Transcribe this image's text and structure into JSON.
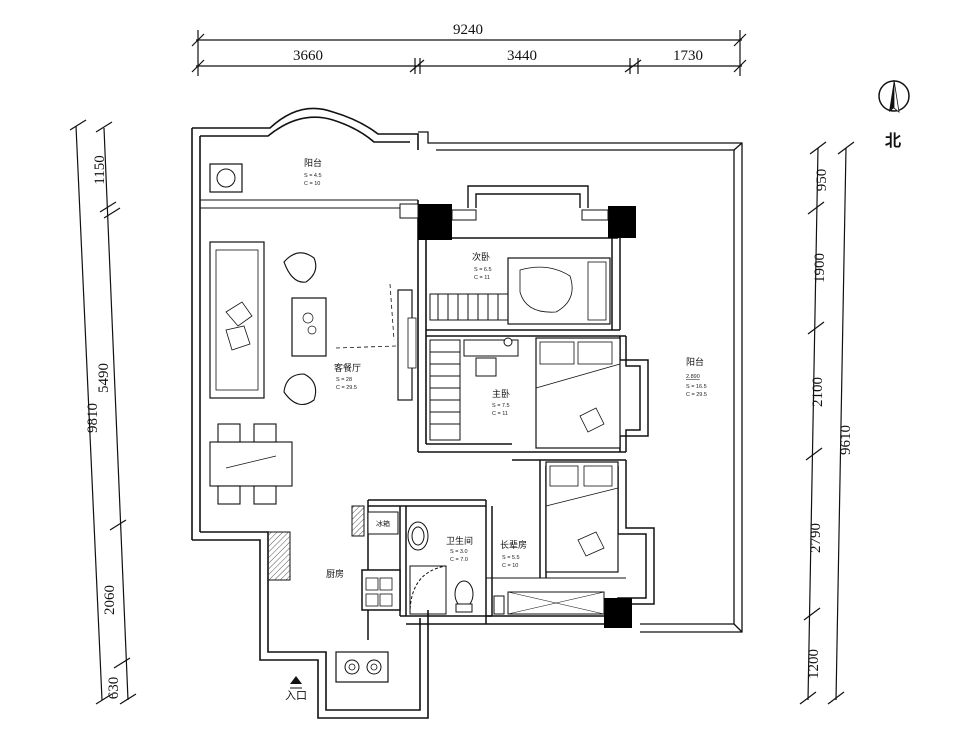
{
  "dimensions": {
    "top_total": "9240",
    "top_left": "3660",
    "top_middle": "3440",
    "top_right": "1730",
    "left_total": "9810",
    "left_1": "1150",
    "left_2": "5490",
    "left_3": "2060",
    "left_4": "630",
    "right_total": "9610",
    "right_1": "950",
    "right_2": "1900",
    "right_3": "2100",
    "right_4": "2790",
    "right_5": "1200"
  },
  "north_label": "北",
  "entrance_label": "入口",
  "rooms": {
    "balcony_north": {
      "name": "阳台",
      "area": "S = 4.5",
      "perimeter": "C = 10"
    },
    "second_bedroom": {
      "name": "次卧",
      "area": "S = 6.5",
      "perimeter": "C = 11"
    },
    "living_dining": {
      "name": "客餐厅",
      "area": "S = 28",
      "perimeter": "C = 29.5"
    },
    "master_bedroom": {
      "name": "主卧",
      "area": "S = 7.5",
      "perimeter": "C = 11"
    },
    "balcony_east": {
      "name": "阳台",
      "level": "2.890",
      "area": "S = 16.5",
      "perimeter": "C = 29.5"
    },
    "bathroom": {
      "name": "卫生间",
      "area": "S = 3.0",
      "perimeter": "C = 7.0"
    },
    "elder_room": {
      "name": "长辈房",
      "area": "S = 5.5",
      "perimeter": "C = 10"
    },
    "kitchen": {
      "name": "厨房"
    }
  },
  "fixtures": {
    "fridge": "冰箱"
  }
}
